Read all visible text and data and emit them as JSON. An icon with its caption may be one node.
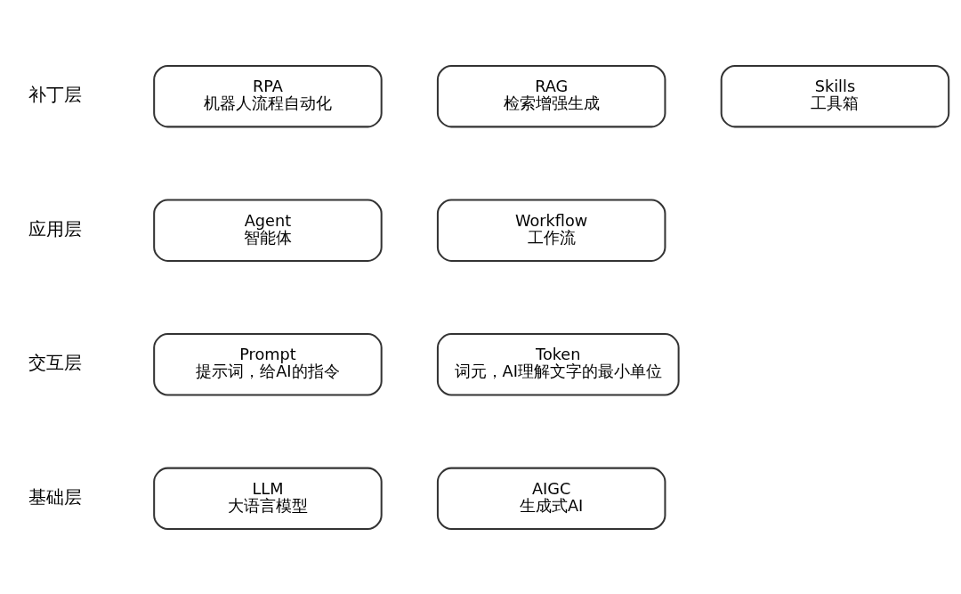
{
  "diagram": {
    "nodes": [
      {
        "text": [
          "RPA",
          "机器人流程自动化"
        ]
      },
      {
        "text": [
          "RAG",
          "检索增强生成"
        ]
      },
      {
        "text": [
          "Skills",
          "工具箱"
        ]
      },
      {
        "text": [
          "Agent",
          "智能体"
        ]
      },
      {
        "text": [
          "Workflow",
          "工作流"
        ]
      },
      {
        "text": [
          "Prompt",
          "提示词，给AI的指令"
        ]
      },
      {
        "text": [
          "Token",
          "词元，AI理解文字的最小单位"
        ]
      },
      {
        "text": [
          "LLM",
          "大语言模型"
        ]
      },
      {
        "text": [
          "AIGC",
          "生成式AI"
        ]
      }
    ],
    "edges": [],
    "labels": [
      "补丁层",
      "应用层",
      "交互层",
      "基础层"
    ]
  }
}
